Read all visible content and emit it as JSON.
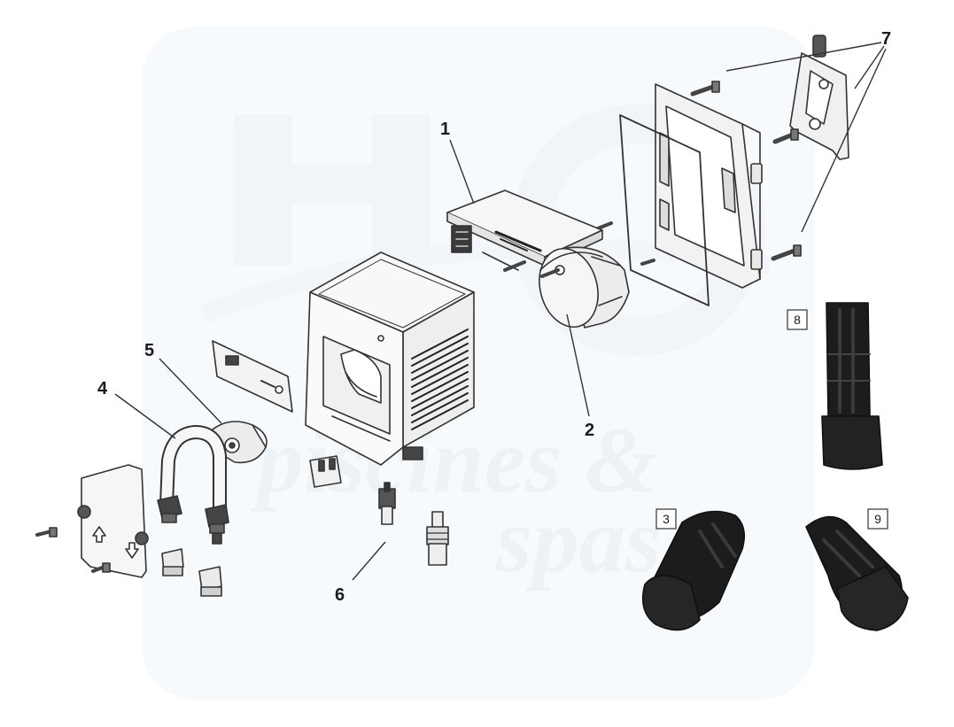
{
  "watermark": {
    "line1": "piscines &",
    "line2": "spas",
    "color": "#c8d8ea"
  },
  "callouts": [
    "1",
    "2",
    "4",
    "5",
    "6",
    "7"
  ],
  "boxed_labels": [
    "8",
    "3",
    "9"
  ],
  "colors": {
    "line": "#333333",
    "part_fill": "#f4f4f4",
    "dark_part": "#1b1b1b"
  }
}
